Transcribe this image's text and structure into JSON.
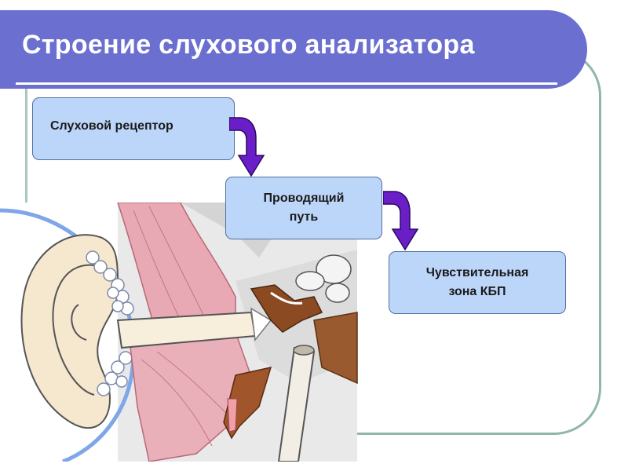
{
  "slide": {
    "title": "Строение слухового анализатора"
  },
  "flow": {
    "steps": [
      {
        "label": "Слуховой рецептор"
      },
      {
        "label": "Проводящий\nпуть"
      },
      {
        "label": "Чувствительная\nзона  КБП"
      }
    ]
  },
  "colors": {
    "title_bar": "#6a6fd0",
    "box_fill": "#bcd6fa",
    "box_border": "#5070a0",
    "arrow": "#6a1ec8",
    "frame": "#8fb8aa"
  },
  "icons": {
    "arrow": "curved-down-arrow-icon",
    "illustration": "ear-anatomy-illustration"
  }
}
